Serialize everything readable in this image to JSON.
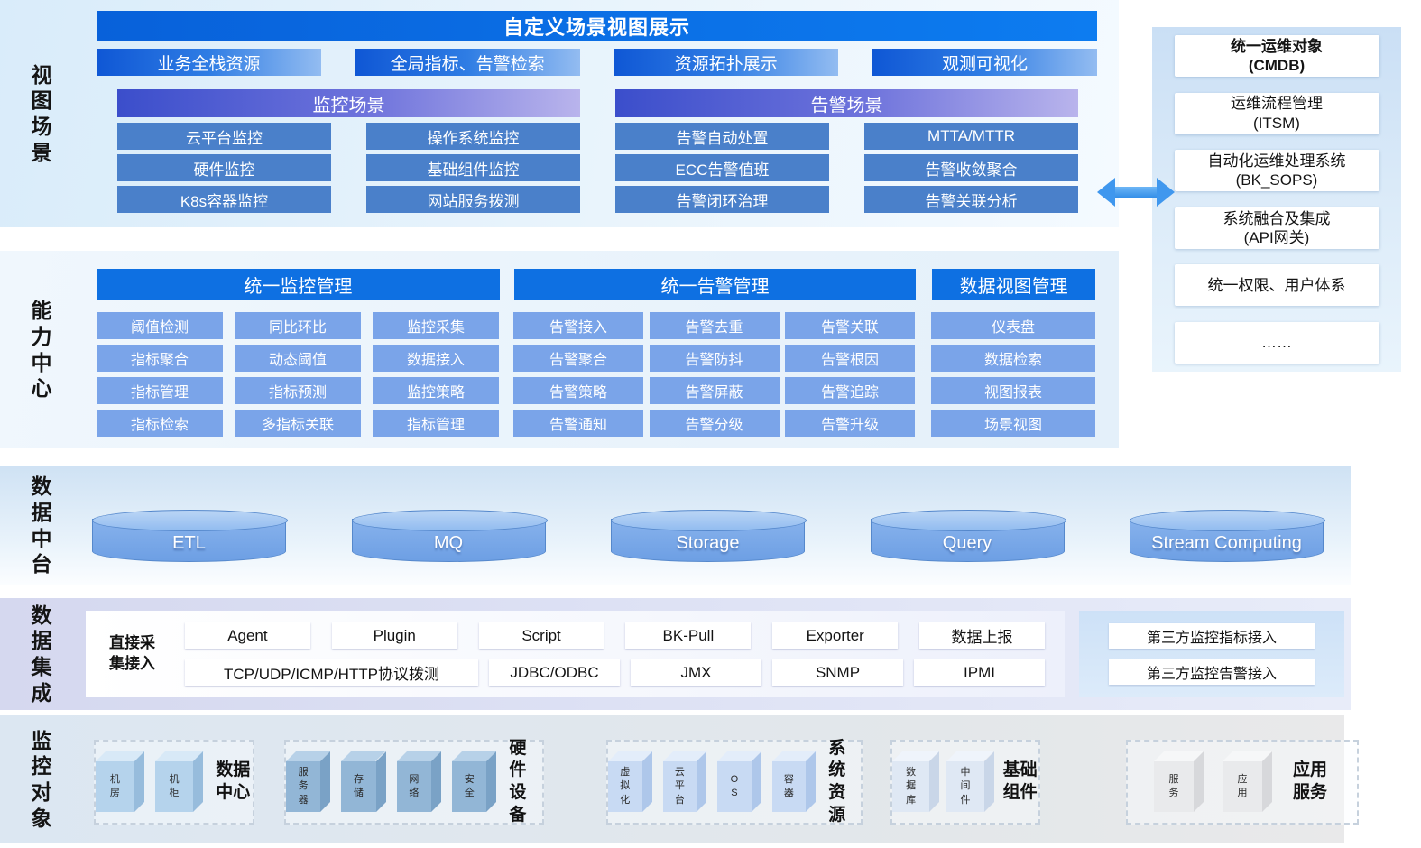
{
  "colors": {
    "banner_blue": "#0b6fe4",
    "tab_gradient": [
      "#0f57d5",
      "#93bcf1"
    ],
    "scene_header_gradient": [
      "#3b4ecb",
      "#b9b4ec"
    ],
    "scene_button_blue": "#4a80ca",
    "capability_header_blue": "#0e70e2",
    "capability_button_blue": "#7aa4e9",
    "cylinder_blue": "#6d9fe4",
    "arrow_blue": "#3f97ee"
  },
  "rails": {
    "view": "视图场景",
    "capability": "能力中心",
    "data_platform": "数据中台",
    "integration": "数据集成",
    "objects": "监控对象"
  },
  "view_scene": {
    "banner": "自定义场景视图展示",
    "tabs": [
      "业务全栈资源",
      "全局指标、告警检索",
      "资源拓扑展示",
      "观测可视化"
    ],
    "monitor_group": {
      "title": "监控场景",
      "items": [
        "云平台监控",
        "操作系统监控",
        "硬件监控",
        "基础组件监控",
        "K8s容器监控",
        "网站服务拨测"
      ]
    },
    "alarm_group": {
      "title": "告警场景",
      "items": [
        "告警自动处置",
        "MTTA/MTTR",
        "ECC告警值班",
        "告警收敛聚合",
        "告警闭环治理",
        "告警关联分析"
      ]
    }
  },
  "right_panel": {
    "items": [
      {
        "line1": "统一运维对象",
        "line2": "(CMDB)"
      },
      {
        "line1": "运维流程管理",
        "line2": "(ITSM)"
      },
      {
        "line1": "自动化运维处理系统",
        "line2": "(BK_SOPS)"
      },
      {
        "line1": "系统融合及集成",
        "line2": "(API网关)"
      },
      {
        "line1": "统一权限、用户体系",
        "line2": ""
      },
      {
        "line1": "……",
        "line2": ""
      }
    ]
  },
  "capability": {
    "monitor": {
      "title": "统一监控管理",
      "items": [
        "阈值检测",
        "同比环比",
        "监控采集",
        "指标聚合",
        "动态阈值",
        "数据接入",
        "指标管理",
        "指标预测",
        "监控策略",
        "指标检索",
        "多指标关联",
        "指标管理"
      ]
    },
    "alarm": {
      "title": "统一告警管理",
      "items": [
        "告警接入",
        "告警去重",
        "告警关联",
        "告警聚合",
        "告警防抖",
        "告警根因",
        "告警策略",
        "告警屏蔽",
        "告警追踪",
        "告警通知",
        "告警分级",
        "告警升级"
      ]
    },
    "view": {
      "title": "数据视图管理",
      "items": [
        "仪表盘",
        "数据检索",
        "视图报表",
        "场景视图"
      ]
    }
  },
  "data_platform": {
    "cylinders": [
      "ETL",
      "MQ",
      "Storage",
      "Query",
      "Stream Computing"
    ]
  },
  "integration": {
    "direct_label": "直接采集接入",
    "row1": [
      "Agent",
      "Plugin",
      "Script",
      "BK-Pull",
      "Exporter",
      "数据上报"
    ],
    "row2": [
      "TCP/UDP/ICMP/HTTP协议拨测",
      "JDBC/ODBC",
      "JMX",
      "SNMP",
      "IPMI"
    ],
    "third_party": [
      "第三方监控指标接入",
      "第三方监控告警接入"
    ]
  },
  "objects": {
    "groups": [
      {
        "label": "数据中心",
        "cubes": [
          "机房",
          "机柜"
        ]
      },
      {
        "label": "硬件设备",
        "cubes": [
          "服务器",
          "存储",
          "网络",
          "安全"
        ]
      },
      {
        "label": "系统资源",
        "cubes": [
          "虚拟化",
          "云平台",
          "OS",
          "容器"
        ]
      },
      {
        "label": "基础组件",
        "cubes": [
          "数据库",
          "中间件"
        ]
      },
      {
        "label": "应用服务",
        "cubes": [
          "服务",
          "应用"
        ]
      }
    ]
  }
}
